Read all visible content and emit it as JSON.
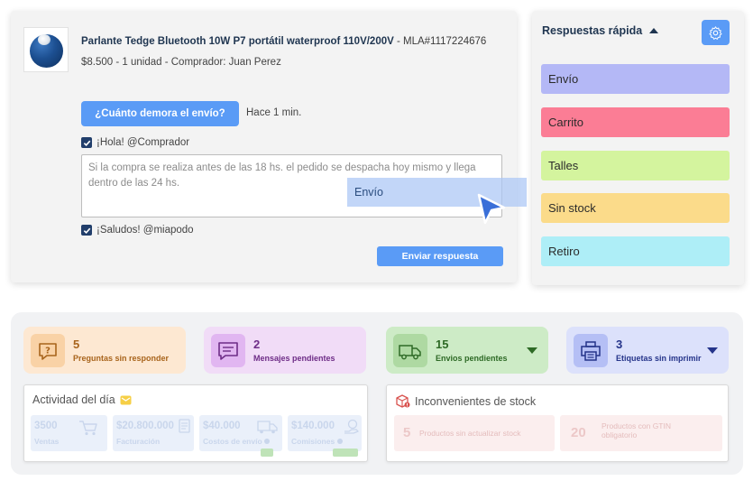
{
  "question_card": {
    "product_title": "Parlante Tedge Bluetooth 10W P7 portátil waterproof 110V/200V",
    "product_code": " - MLA#1117224676",
    "product_meta": "$8.500 - 1 unidad - Comprador: Juan Perez",
    "question": "¿Cuánto demora el envío?",
    "question_time": "Hace 1 min.",
    "greeting": "¡Hola! @Comprador",
    "answer_text": "Si la compra se realiza antes de las 18 hs. el pedido se despacha hoy mismo y llega dentro de las 24 hs.",
    "signoff": "¡Saludos! @miapodo",
    "send_button": "Enviar respuesta",
    "drag_label": "Envío"
  },
  "quick_responses": {
    "title": "Respuestas rápida",
    "items": [
      {
        "label": "Envío",
        "color": "#b4b8f6"
      },
      {
        "label": "Carrito",
        "color": "#fb7d95"
      },
      {
        "label": "Talles",
        "color": "#d4f49e"
      },
      {
        "label": "Sin stock",
        "color": "#fbdb8a"
      },
      {
        "label": "Retiro",
        "color": "#aeeef7"
      }
    ]
  },
  "stats": [
    {
      "value": "5",
      "label": "Preguntas sin responder",
      "bg": "#fde8d2",
      "icon_bg": "#f9d2a6",
      "fg": "#a8641c",
      "icon": "question-icon"
    },
    {
      "value": "2",
      "label": "Mensajes pendientes",
      "bg": "#f1dcf7",
      "icon_bg": "#e1b6f1",
      "fg": "#6e2d87",
      "icon": "message-icon"
    },
    {
      "value": "15",
      "label": "Envios pendientes",
      "bg": "#cdebc6",
      "icon_bg": "#aed9a2",
      "fg": "#2e6a26",
      "icon": "truck-icon"
    },
    {
      "value": "3",
      "label": "Etiquetas sin imprimir",
      "bg": "#dce1fb",
      "icon_bg": "#b5bff5",
      "fg": "#25348a",
      "icon": "printer-icon"
    }
  ],
  "activity": {
    "title": "Actividad del día",
    "items": [
      {
        "value": "3500",
        "label": "Ventas"
      },
      {
        "value": "$20.800.000",
        "label": "Facturación"
      },
      {
        "value": "$40.000",
        "label": "Costos de envío"
      },
      {
        "value": "$140.000",
        "label": "Comisiones"
      }
    ]
  },
  "stock": {
    "title": "Inconvenientes de stock",
    "items": [
      {
        "value": "5",
        "label": "Productos sin actualizar stock"
      },
      {
        "value": "20",
        "label": "Productos con GTIN obligatorio"
      }
    ]
  }
}
